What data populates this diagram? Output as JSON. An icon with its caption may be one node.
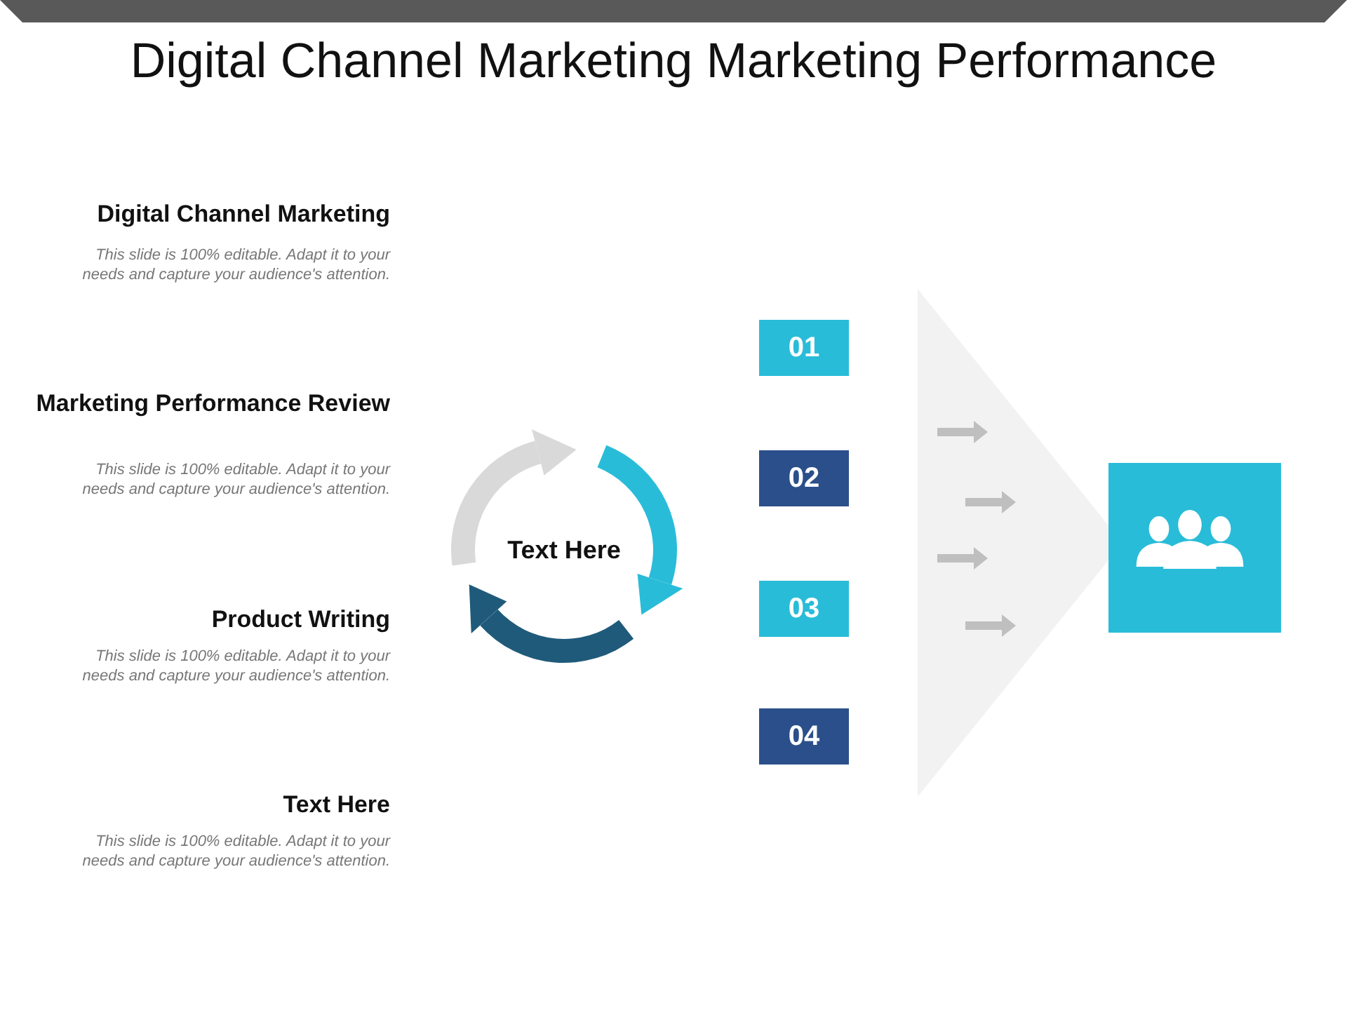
{
  "diagram": {
    "title": "Digital Channel Marketing Marketing Performance",
    "nodes": [
      {
        "text": [
          "01"
        ]
      },
      {
        "text": [
          "02"
        ]
      },
      {
        "text": [
          "03"
        ]
      },
      {
        "text": [
          "04"
        ]
      }
    ],
    "labels": [
      "Digital Channel Marketing",
      "This slide is 100% editable. Adapt it to your needs and capture your audience's attention.",
      "Marketing Performance Review",
      "This slide is 100% editable. Adapt it to your needs and capture your audience's attention.",
      "Product Writing",
      "This slide is 100% editable. Adapt it to your needs and capture your audience's attention.",
      "Text Here",
      "This slide is 100% editable. Adapt it to your needs and capture your audience's attention.",
      "Text Here"
    ]
  }
}
